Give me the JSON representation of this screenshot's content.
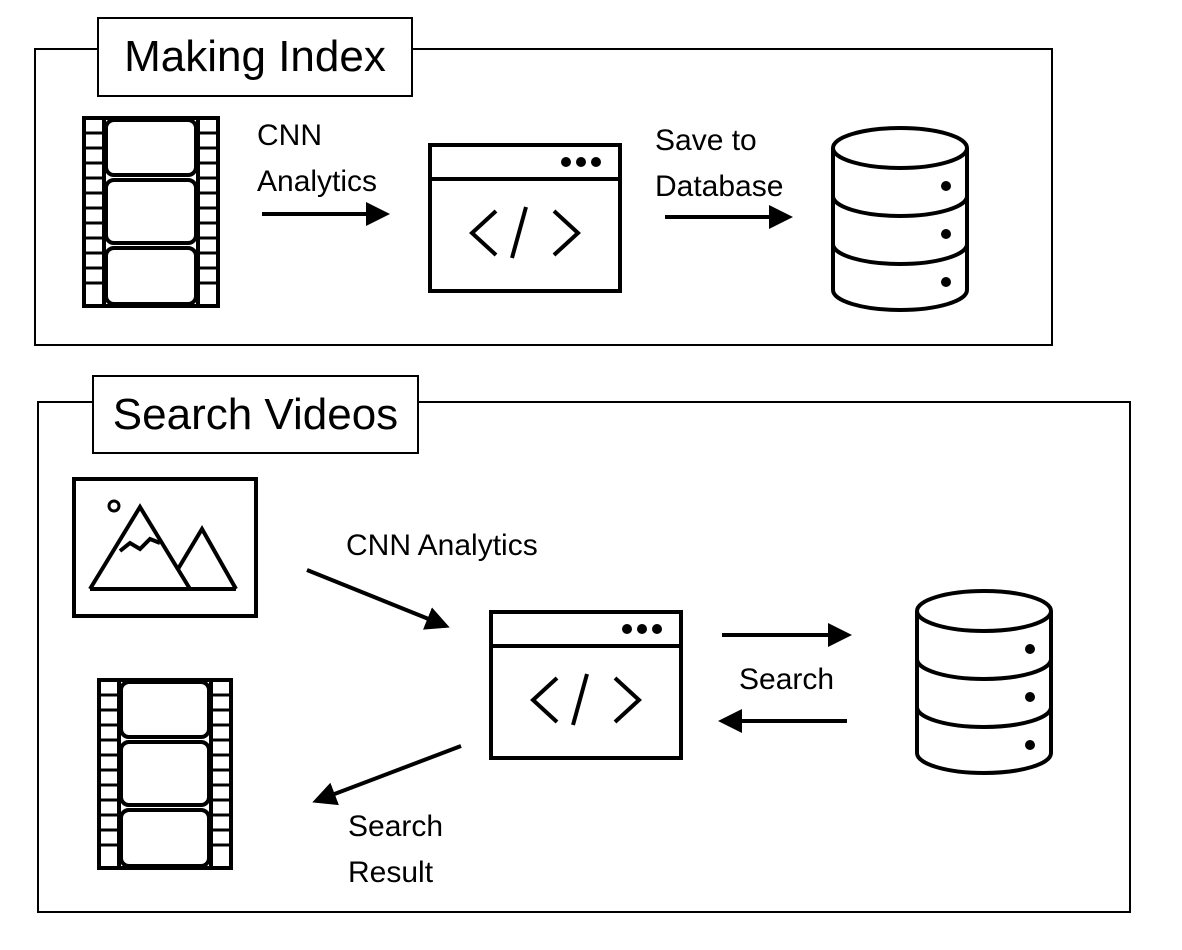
{
  "making_index": {
    "title": "Making Index",
    "cnn_label": "CNN\nAnalytics",
    "save_label": "Save to\nDatabase"
  },
  "search_videos": {
    "title": "Search Videos",
    "cnn_label": "CNN Analytics",
    "search_label": "Search",
    "result_label": "Search\nResult"
  },
  "icons": [
    "film-strip-icon",
    "code-window-icon",
    "database-icon",
    "image-icon"
  ],
  "colors": {
    "stroke": "#000000",
    "background": "#ffffff"
  }
}
